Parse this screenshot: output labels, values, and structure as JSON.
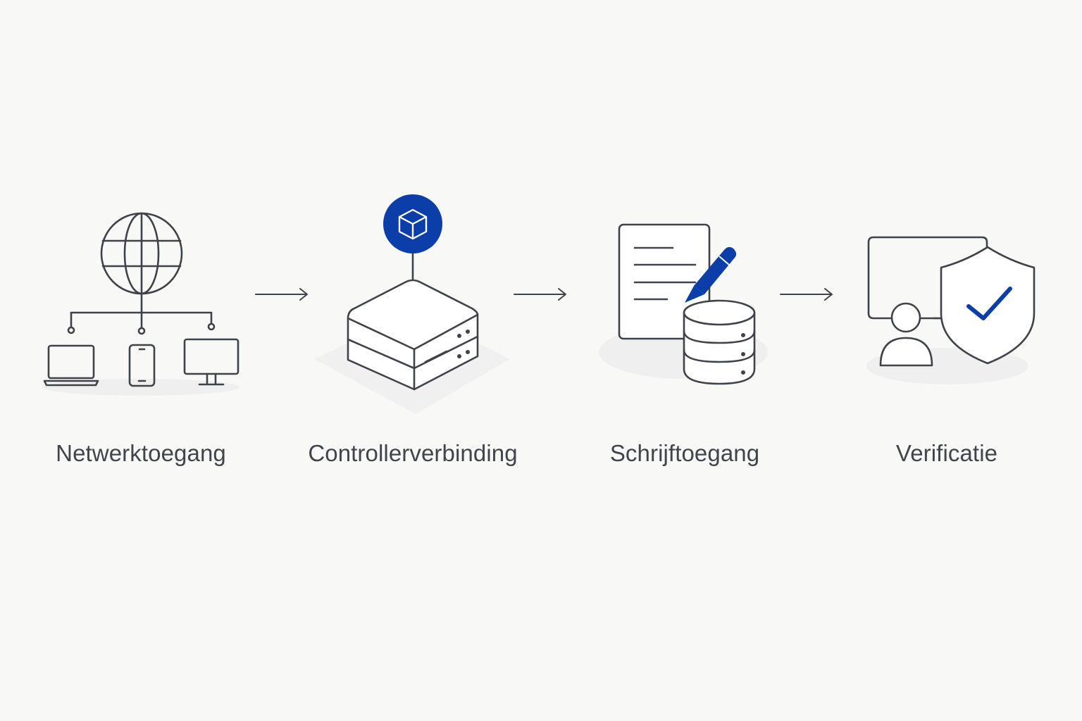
{
  "colors": {
    "background": "#f8f8f7",
    "line": "#3f4349",
    "accent": "#0b3ea8",
    "label": "#40444b",
    "shadow": "#ededed"
  },
  "steps": [
    {
      "label": "Netwerktoegang",
      "icon": "globe-network-devices-icon"
    },
    {
      "label": "Controllerverbinding",
      "icon": "server-box-cube-icon"
    },
    {
      "label": "Schrijftoegang",
      "icon": "document-pencil-database-icon"
    },
    {
      "label": "Verificatie",
      "icon": "user-shield-check-icon"
    }
  ],
  "connectors": [
    {
      "icon": "arrow-right-icon"
    },
    {
      "icon": "arrow-right-icon"
    },
    {
      "icon": "arrow-right-icon"
    }
  ]
}
